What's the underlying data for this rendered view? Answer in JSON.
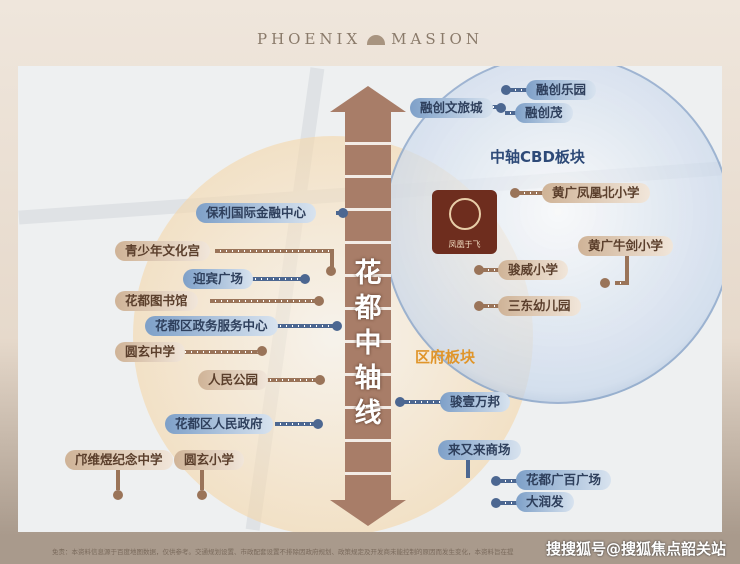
{
  "brand": {
    "left": "PHOENIX",
    "right": "MASION"
  },
  "axis_title": "花都中轴线",
  "zones": {
    "cbd": "中轴CBD板块",
    "gov": "区府板块"
  },
  "logo": {
    "name": "凤凰于飞"
  },
  "labels": {
    "rongchuang_tourism": "融创文旅城",
    "rongchuang_park": "融创乐园",
    "rongchuang_mall": "融创茂",
    "hg_fenghuang": "黄广凤凰北小学",
    "hg_niujian": "黄广牛剑小学",
    "junwei": "骏威小学",
    "sandong": "三东幼儿园",
    "junyi": "骏壹万邦",
    "laiyoulai": "来又来商场",
    "guangbai": "花都广百广场",
    "darunfa": "大润发",
    "poly": "保利国际金融中心",
    "youth": "青少年文化宫",
    "yingbin": "迎宾广场",
    "library": "花都图书馆",
    "gov_service": "花都区政务服务中心",
    "yuanxuan_mid": "圆玄中学",
    "people_park": "人民公园",
    "gov": "花都区人民政府",
    "kuang": "邝维煜纪念中学",
    "yuanxuan_pri": "圆玄小学"
  },
  "footer": "免责：本资料信息源于百度地图数据，仅供参考。交通规划设置、市政配套设置不排除因政府规划、政策规定及开发商未能控制的原因而发生变化，本资料旨在提",
  "watermark": "搜搜狐号@搜狐焦点韶关站",
  "colors": {
    "blue": "#4c6791",
    "brown": "#9a7459",
    "orange_zone": "#e0952a",
    "cbd_zone": "#2e4a78"
  }
}
